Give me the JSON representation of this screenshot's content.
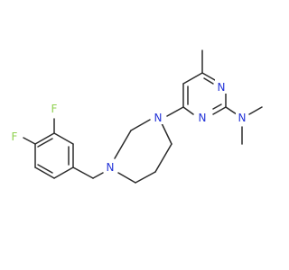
{
  "molecule": {
    "atoms": {
      "f_top": "F",
      "f_left": "F",
      "n_pip_right": "N",
      "n_pip_left": "N",
      "n_ring_top": "N",
      "n_ring_bottom": "N",
      "n_amine": "N"
    },
    "colors": {
      "bond": "#2b2b2b",
      "fluorine": "#8fd14f",
      "nitrogen": "#2333d8"
    }
  }
}
